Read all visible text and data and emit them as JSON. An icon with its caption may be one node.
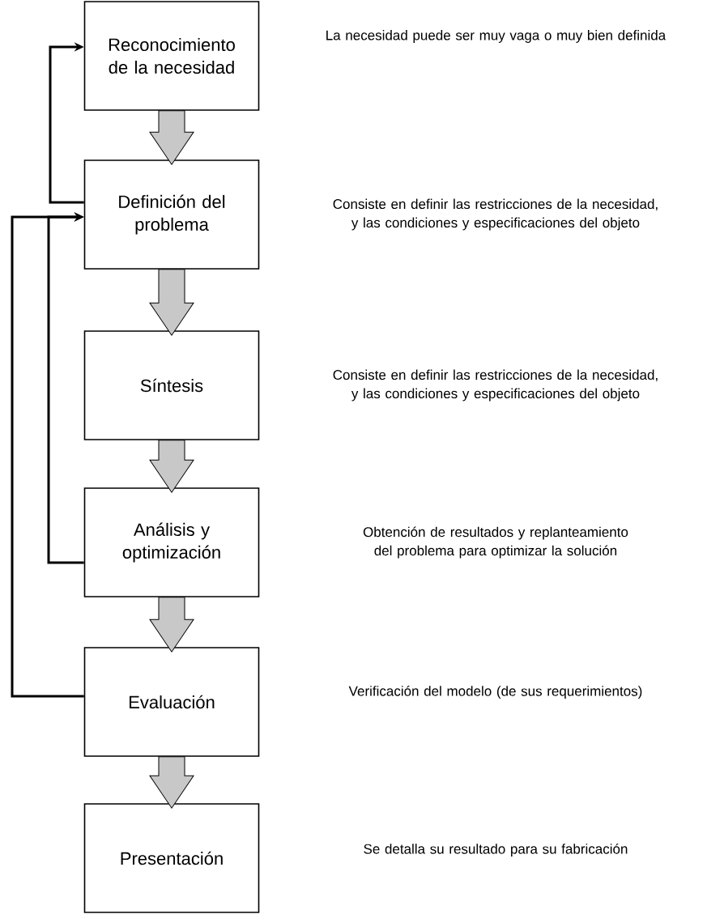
{
  "diagram": {
    "nodes": [
      {
        "text": [
          "Reconocimiento de la necesidad"
        ]
      },
      {
        "text": [
          "Definición del problema"
        ]
      },
      {
        "text": [
          "Síntesis"
        ]
      },
      {
        "text": [
          "Análisis y optimización"
        ]
      },
      {
        "text": [
          "Evaluación"
        ]
      },
      {
        "text": [
          "Presentación"
        ]
      }
    ],
    "edges": [
      {
        "from": 0,
        "to": 1,
        "arrow": "to"
      },
      {
        "from": 1,
        "to": 2,
        "arrow": "to"
      },
      {
        "from": 2,
        "to": 3,
        "arrow": "to"
      },
      {
        "from": 3,
        "to": 4,
        "arrow": "to"
      },
      {
        "from": 4,
        "to": 5,
        "arrow": "to"
      },
      {
        "from": 1,
        "to": 0,
        "arrow": "to"
      },
      {
        "from": 3,
        "to": 1,
        "arrow": "to"
      },
      {
        "from": 4,
        "to": 1,
        "arrow": "to"
      }
    ],
    "labels": [
      "La necesidad puede ser muy vaga o muy bien definida",
      "Consiste en definir las restricciones de la necesidad, y las condiciones y especificaciones del objeto",
      "Consiste en definir las restricciones de la necesidad, y las condiciones y especificaciones del objeto",
      "Obtención de resultados y replanteamiento del problema para optimizar la solución",
      "Verificación del modelo (de sus requerimientos)",
      "Se detalla su resultado para su fabricación"
    ]
  }
}
